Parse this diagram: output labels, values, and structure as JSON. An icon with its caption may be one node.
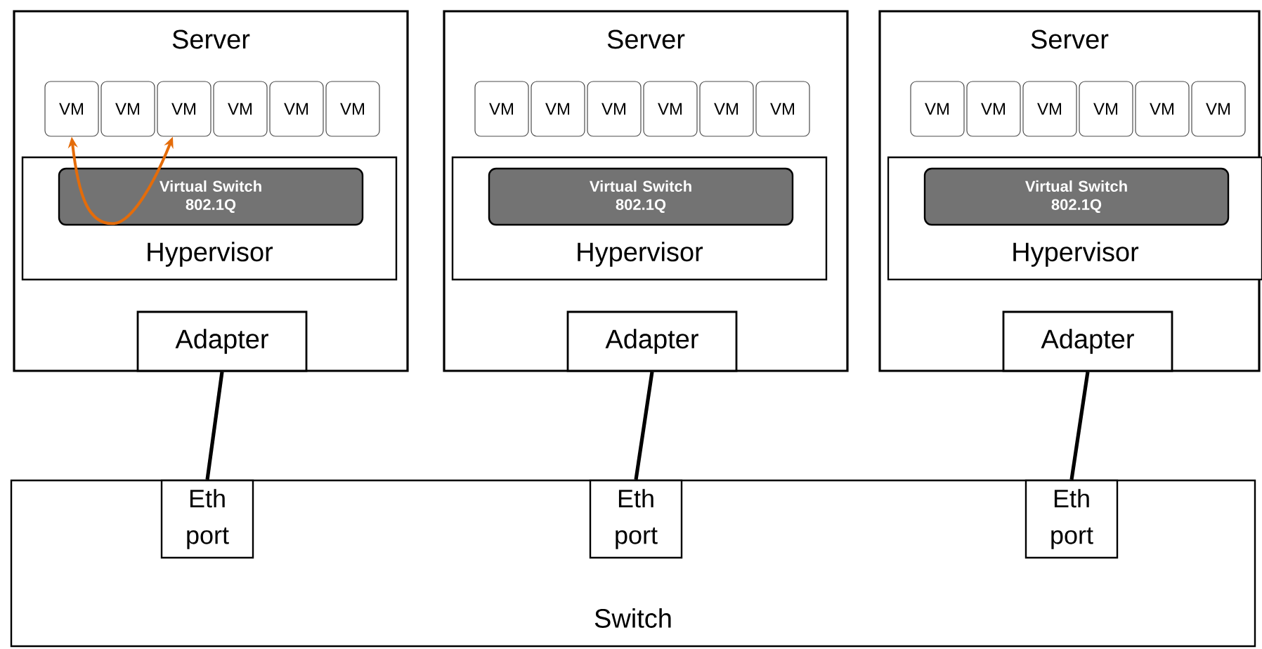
{
  "diagram": {
    "nodes": [
      {
        "text": [
          "Server"
        ]
      },
      {
        "text": [
          "VM"
        ],
        "in": 0
      },
      {
        "text": [
          "VM"
        ],
        "in": 0
      },
      {
        "text": [
          "VM"
        ],
        "in": 0
      },
      {
        "text": [
          "VM"
        ],
        "in": 0
      },
      {
        "text": [
          "VM"
        ],
        "in": 0
      },
      {
        "text": [
          "VM"
        ],
        "in": 0
      },
      {
        "text": [
          "Hypervisor"
        ],
        "in": 0
      },
      {
        "text": [
          "Virtual Switch 802.1Q"
        ],
        "in": 7
      },
      {
        "text": [
          "Adapter"
        ],
        "in": 0
      },
      {
        "text": [
          "Server"
        ]
      },
      {
        "text": [
          "VM"
        ],
        "in": 10
      },
      {
        "text": [
          "VM"
        ],
        "in": 10
      },
      {
        "text": [
          "VM"
        ],
        "in": 10
      },
      {
        "text": [
          "VM"
        ],
        "in": 10
      },
      {
        "text": [
          "VM"
        ],
        "in": 10
      },
      {
        "text": [
          "VM"
        ],
        "in": 10
      },
      {
        "text": [
          "Hypervisor"
        ],
        "in": 10
      },
      {
        "text": [
          "Virtual Switch 802.1Q"
        ],
        "in": 17
      },
      {
        "text": [
          "Adapter"
        ],
        "in": 10
      },
      {
        "text": [
          "Server"
        ]
      },
      {
        "text": [
          "VM"
        ],
        "in": 20
      },
      {
        "text": [
          "VM"
        ],
        "in": 20
      },
      {
        "text": [
          "VM"
        ],
        "in": 20
      },
      {
        "text": [
          "VM"
        ],
        "in": 20
      },
      {
        "text": [
          "VM"
        ],
        "in": 20
      },
      {
        "text": [
          "VM"
        ],
        "in": 20
      },
      {
        "text": [
          "Hypervisor"
        ],
        "in": 20
      },
      {
        "text": [
          "Virtual Switch 802.1Q"
        ],
        "in": 27
      },
      {
        "text": [
          "Adapter"
        ],
        "in": 20
      },
      {
        "text": [
          "Switch"
        ]
      },
      {
        "text": [
          "Eth port"
        ],
        "in": 30
      },
      {
        "text": [
          "Eth port"
        ],
        "in": 30
      },
      {
        "text": [
          "Eth port"
        ],
        "in": 30
      }
    ],
    "edges": [
      {
        "from": 8,
        "to": 1,
        "arrow": "to",
        "color": "#e46c0a"
      },
      {
        "from": 8,
        "to": 3,
        "arrow": "to",
        "color": "#e46c0a"
      },
      {
        "from": 9,
        "to": 31,
        "arrow": "none"
      },
      {
        "from": 19,
        "to": 32,
        "arrow": "none"
      },
      {
        "from": 29,
        "to": 33,
        "arrow": "none"
      }
    ]
  }
}
